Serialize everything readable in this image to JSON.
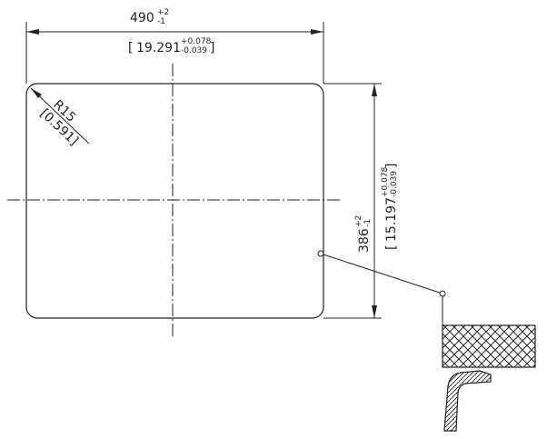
{
  "dimensions": {
    "width": {
      "mm_value": "490",
      "mm_tol_upper": "+2",
      "mm_tol_lower": "-1",
      "in_value": "19.291",
      "in_tol_upper": "+0.078",
      "in_tol_lower": "-0.039"
    },
    "height": {
      "mm_value": "386",
      "mm_tol_upper": "+2",
      "mm_tol_lower": "-1",
      "in_value": "15.197",
      "in_tol_upper": "+0.078",
      "in_tol_lower": "-0.039"
    },
    "radius": {
      "mm_label": "R15",
      "in_label": "[0.591]"
    }
  },
  "colors": {
    "line": "#222222",
    "background": "#ffffff"
  }
}
